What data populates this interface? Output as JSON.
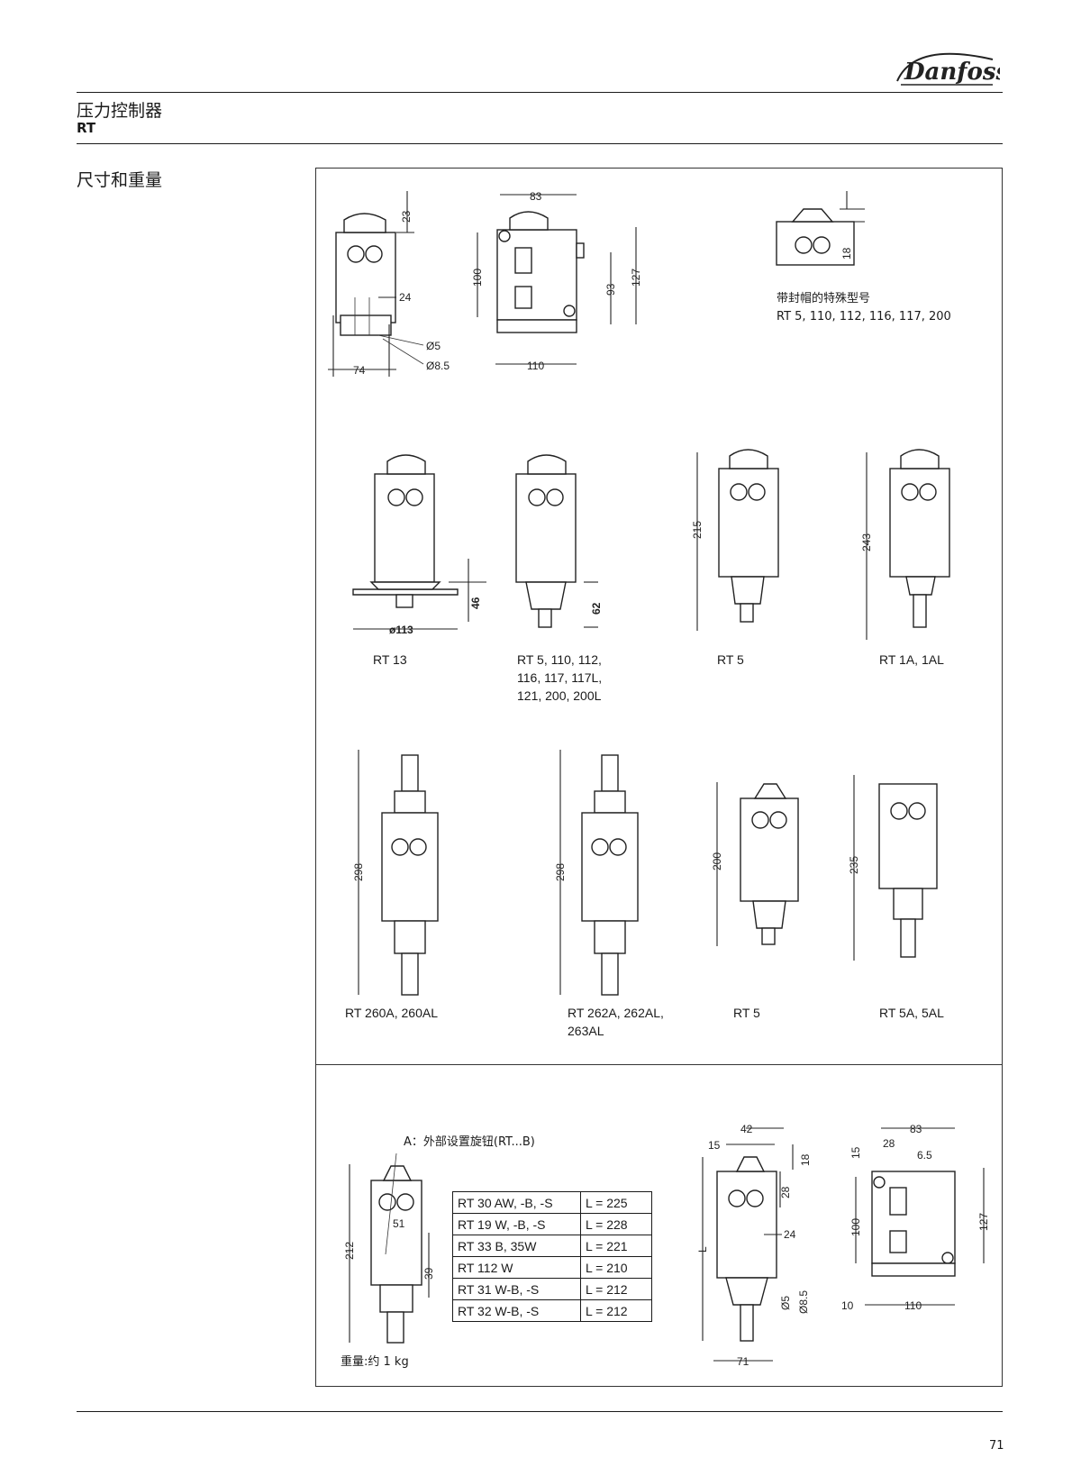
{
  "brand": {
    "logo_text": "Danfoss"
  },
  "header": {
    "title": "压力控制器",
    "subtitle": "RT"
  },
  "section": {
    "title": "尺寸和重量"
  },
  "top_row": {
    "dims": {
      "d23": "23",
      "d24": "24",
      "d5": "Ø5",
      "d85": "Ø8.5",
      "d74": "74",
      "d83": "83",
      "d100": "100",
      "d93": "93",
      "d127": "127",
      "d110": "110",
      "d18": "18"
    },
    "note_line1": "带封帽的特殊型号",
    "note_line2": "RT 5, 110, 112, 116, 117, 200"
  },
  "row2": {
    "items": [
      {
        "caption": "RT 13",
        "dims": [
          "46",
          "ø113"
        ]
      },
      {
        "caption": "RT 5, 110, 112,\n116, 117, 117L,\n121, 200, 200L",
        "dims": [
          "62"
        ]
      },
      {
        "caption": "RT 5",
        "dims": [
          "215"
        ]
      },
      {
        "caption": "RT 1A, 1AL",
        "dims": [
          "243"
        ]
      }
    ]
  },
  "row3": {
    "items": [
      {
        "caption": "RT 260A, 260AL",
        "dims": [
          "298"
        ]
      },
      {
        "caption": "RT 262A, 262AL,\n263AL",
        "dims": [
          "298"
        ]
      },
      {
        "caption": "RT 5",
        "dims": [
          "200"
        ]
      },
      {
        "caption": "RT 5A, 5AL",
        "dims": [
          "235"
        ]
      }
    ]
  },
  "bottom": {
    "annotation": "A：外部设置旋钮(RT...B)",
    "dims_left": {
      "d212": "212",
      "d51": "51",
      "d39": "39"
    },
    "table": [
      {
        "model": "RT 30 AW, -B, -S",
        "length": "L = 225"
      },
      {
        "model": "RT 19 W, -B, -S",
        "length": "L = 228"
      },
      {
        "model": "RT 33 B, 35W",
        "length": "L = 221"
      },
      {
        "model": "RT 112 W",
        "length": "L = 210"
      },
      {
        "model": "RT 31 W-B, -S",
        "length": "L = 212"
      },
      {
        "model": "RT 32 W-B, -S",
        "length": "L = 212"
      }
    ],
    "dims_mid": {
      "d42": "42",
      "d15": "15",
      "d18": "18",
      "d28": "28",
      "dL": "L",
      "d24": "24",
      "d5": "Ø5",
      "d85": "Ø8.5",
      "d71": "71"
    },
    "dims_right": {
      "d83": "83",
      "d15": "15",
      "d28": "28",
      "d65": "6.5",
      "d100": "100",
      "d127": "127",
      "d10": "10",
      "d110": "110"
    },
    "weight": "重量:约 1 kg"
  },
  "footer": {
    "page_number": "71"
  }
}
